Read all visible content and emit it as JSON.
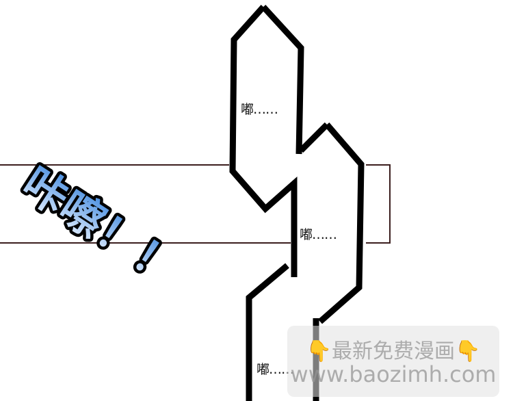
{
  "sfx_text": "咔嚓！！",
  "dialogue": [
    "嘟……",
    "嘟……",
    "嘟……"
  ],
  "watermark": {
    "line1": "最新免费漫画",
    "line2": "www.baozimh.com",
    "icon": "pointing-down-hand-icon"
  },
  "colors": {
    "panel_line": "#3b1e1e",
    "sfx_fill": "#5b9be0",
    "outline": "#000000"
  }
}
